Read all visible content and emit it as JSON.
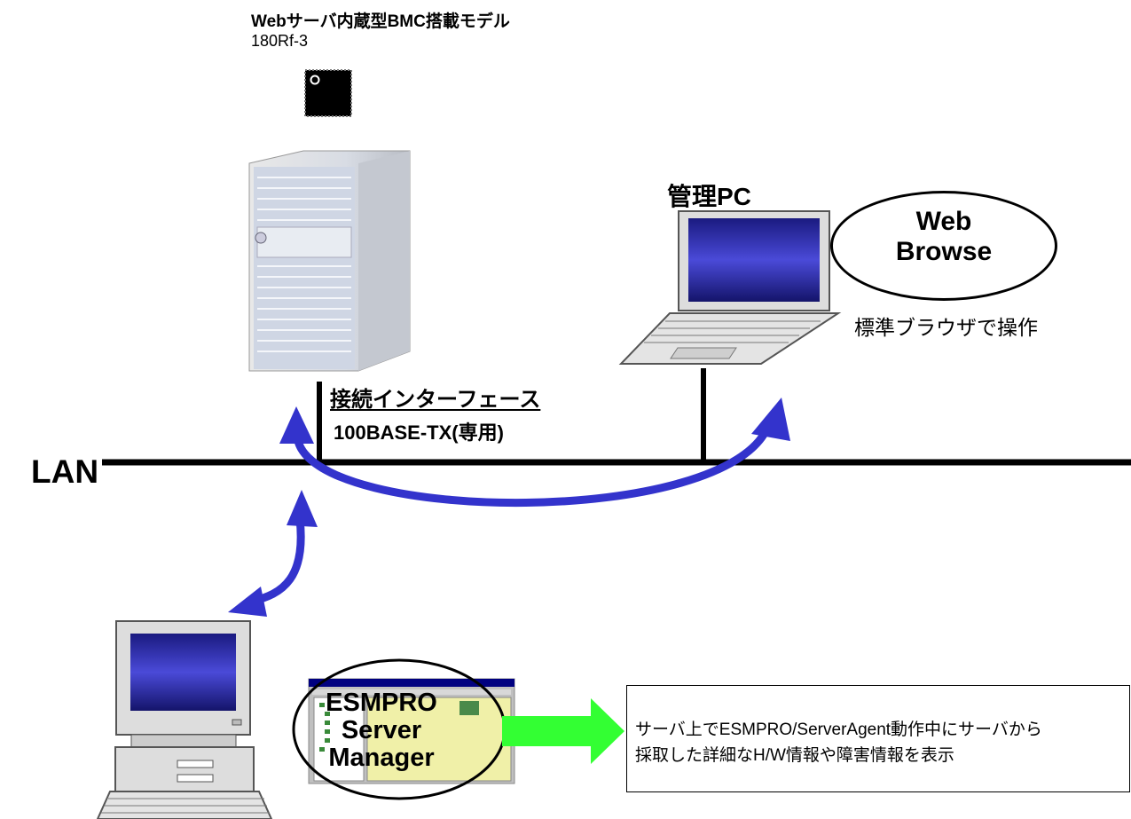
{
  "bmc": {
    "title": "Webサーバ内蔵型BMC搭載モデル",
    "model": "180Rf-3"
  },
  "management_pc": {
    "title": "管理PC"
  },
  "web_browse": {
    "label_line1": "Web",
    "label_line2": "Browse",
    "caption": "標準ブラウザで操作"
  },
  "interface": {
    "title": "接続インターフェース",
    "subtitle": "100BASE-TX(専用)"
  },
  "lan": {
    "label": "LAN"
  },
  "esmpro": {
    "line1": "ESMPRO",
    "line2": "Server",
    "line3": "Manager"
  },
  "description": {
    "line1": "サーバ上でESMPRO/ServerAgent動作中にサーバから",
    "line2": "採取した詳細なH/W情報や障害情報を表示"
  },
  "colors": {
    "arrow_blue": "#3333cc",
    "arrow_green": "#33ff33",
    "screen_blue": "#1a1a80",
    "chip": "#000000"
  }
}
